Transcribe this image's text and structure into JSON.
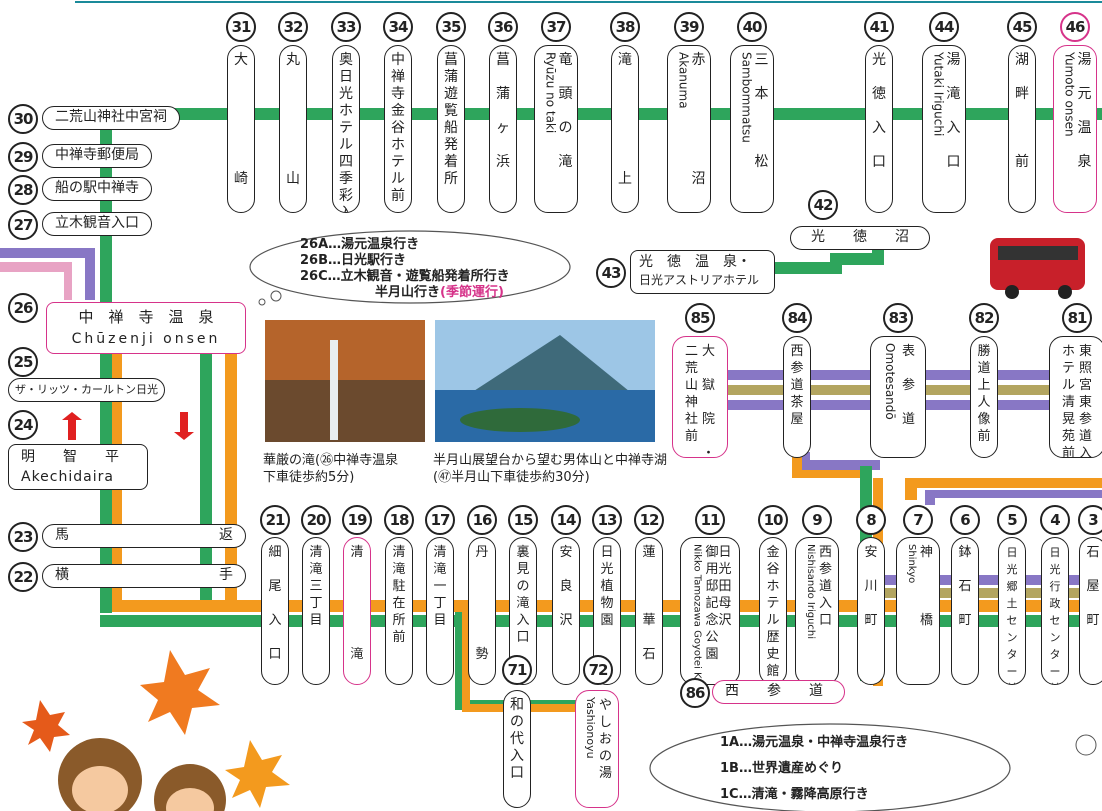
{
  "colors": {
    "green": "#2ea55c",
    "orange": "#f39a1e",
    "purple": "#8877c5",
    "olive": "#b3a560",
    "pink": "#d6338a",
    "red": "#e02020",
    "lake_blue": "#2a6aa6"
  },
  "top_stops": [
    {
      "num": "31",
      "name": "大\n\n\n\n\n\n\n崎"
    },
    {
      "num": "32",
      "name": "丸\n\n\n\n\n\n\n山"
    },
    {
      "num": "33",
      "name": "奥\n日\n光\nホ\nテ\nル\n四\n季\n彩\n入\n口"
    },
    {
      "num": "34",
      "name": "中\n禅\n寺\n金\n谷\nホ\nテ\nル\n前"
    },
    {
      "num": "35",
      "name": "菖\n蒲\n遊\n覧\n船\n発\n着\n所"
    },
    {
      "num": "36",
      "name": "菖\n\n蒲\n\nヶ\n\n浜"
    },
    {
      "num": "37",
      "name": "竜\n\n頭\n\nの\n\n滝",
      "alt": "Ryūzu no taki"
    },
    {
      "num": "38",
      "name": "滝\n\n\n\n\n\n\n上"
    },
    {
      "num": "39",
      "name": "赤\n\n\n\n\n\n\n沼",
      "alt": "Akanuma"
    },
    {
      "num": "40",
      "name": "三\n\n本\n\n\n\n松",
      "alt": "Sambommatsu"
    },
    {
      "num": "41",
      "name": "光\n\n徳\n\n入\n\n口"
    },
    {
      "num": "44",
      "name": "湯\n\n滝\n\n入\n\n口",
      "alt": "Yutaki Iriguchi"
    },
    {
      "num": "45",
      "name": "湖\n\n畔\n\n\n\n前"
    },
    {
      "num": "46",
      "name": "湯\n\n元\n\n温\n\n泉",
      "alt": "Yumoto onsen"
    }
  ],
  "left_stops": [
    {
      "num": "30",
      "name": "二荒山神社中宮祠"
    },
    {
      "num": "29",
      "name": "中禅寺郵便局"
    },
    {
      "num": "28",
      "name": "船の駅中禅寺"
    },
    {
      "num": "27",
      "name": "立木観音入口"
    },
    {
      "num": "26",
      "name": "中　禅　寺　温　泉",
      "alt": "Chūzenji onsen"
    },
    {
      "num": "25",
      "name": "ザ・リッツ・カールトン日光"
    },
    {
      "num": "24",
      "name": "明　　智　　平",
      "alt": "Akechidaira"
    },
    {
      "num": "23",
      "name": "馬",
      "name2": "返"
    },
    {
      "num": "22",
      "name": "横",
      "name2": "手"
    }
  ],
  "side_stops": [
    {
      "num": "42",
      "name": "光　　徳　　沼"
    },
    {
      "num": "43",
      "name": "光　徳　温　泉・",
      "alt": "日光アストリアホテル"
    }
  ],
  "mid_stops": [
    {
      "num": "85",
      "name": "大\n\n獄\n\n院\n\n・",
      "name2": "二\n荒\n山\n神\n社\n前"
    },
    {
      "num": "84",
      "name": "西\n参\n道\n茶\n屋"
    },
    {
      "num": "83",
      "name": "表\n\n参\n\n道",
      "alt": "Omotesandō"
    },
    {
      "num": "82",
      "name": "勝\n道\n上\n人\n像\n前"
    },
    {
      "num": "81",
      "name": "東\n照\n宮\n東\n参\n道\n入\n口",
      "name2": "ホ\nテ\nル\n清\n晃\n苑\n前"
    }
  ],
  "bottom_stops": [
    {
      "num": "21",
      "name": "細\n\n尾\n\n入\n\n口"
    },
    {
      "num": "20",
      "name": "清\n滝\n三\n丁\n目"
    },
    {
      "num": "19",
      "name": "清\n\n\n\n\n\n滝"
    },
    {
      "num": "18",
      "name": "清\n滝\n駐\n在\n所\n前"
    },
    {
      "num": "17",
      "name": "清\n滝\n一\n丁\n目"
    },
    {
      "num": "16",
      "name": "丹\n\n\n\n\n\n勢"
    },
    {
      "num": "15",
      "name": "裏\n見\nの\n滝\n入\n口"
    },
    {
      "num": "14",
      "name": "安\n\n良\n\n沢"
    },
    {
      "num": "13",
      "name": "日\n光\n植\n物\n園"
    },
    {
      "num": "12",
      "name": "蓮\n\n\n\n華\n\n石"
    },
    {
      "num": "11",
      "name": "日\n光\n田\n母\n沢",
      "name2": "御\n用\n邸\n記\n念\n公\n園",
      "alt": "Nikko Tamozawa Goyotei Kinenkoen"
    },
    {
      "num": "10",
      "name": "金\n谷\nホ\nテ\nル\n歴\n史\n館"
    },
    {
      "num": "9",
      "name": "西\n参\n道\n入\n口",
      "alt": "Nishisando Iriguchi"
    },
    {
      "num": "8",
      "name": "安\n\n川\n\n町"
    },
    {
      "num": "7",
      "name": "神\n\n\n\n橋",
      "alt": "Shinkyo"
    },
    {
      "num": "6",
      "name": "鉢\n\n石\n\n町"
    },
    {
      "num": "5",
      "name": "日\n光\n郷\n土\nセ\nン\nタ\nー\n前"
    },
    {
      "num": "4",
      "name": "日\n光\n行\n政\nセ\nン\nタ\nー\n前"
    },
    {
      "num": "3",
      "name": "石\n\n屋\n\n町"
    }
  ],
  "branch_stops": [
    {
      "num": "71",
      "name": "和\nの\n代\n入\n口"
    },
    {
      "num": "72",
      "name": "や\nし\nお\nの\n湯",
      "alt": "Yashionoyu"
    },
    {
      "num": "86",
      "name": "西　　参　　道"
    }
  ],
  "notes_top": {
    "line1": "26A…湯元温泉行き",
    "line2": "26B…日光駅行き",
    "line3": "26C…立木観音・遊覧船発着所行き",
    "line4": "半月山行き",
    "line4_red": "(季節運行)"
  },
  "notes_bottom": {
    "line1": "1A…湯元温泉・中禅寺温泉行き",
    "line2": "1B…世界遺産めぐり",
    "line3": "1C…清滝・霧降高原行き"
  },
  "photo_captions": {
    "kegon": "華厳の滝(㉖中禅寺温泉\n下車徒歩約5分)",
    "hangetsu": "半月山展望台から望む男体山と中禅寺湖\n(㊼半月山下車徒歩約30分)"
  }
}
